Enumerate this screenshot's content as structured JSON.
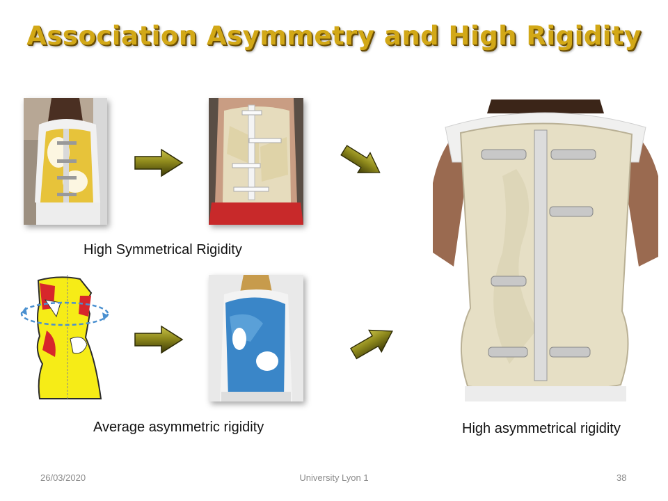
{
  "slide": {
    "title": "Association Asymmetry and High Rigidity",
    "captions": {
      "top_left": "High Symmetrical Rigidity",
      "bottom_left": "Average asymmetric rigidity",
      "right": "High asymmetrical rigidity"
    },
    "footer": {
      "date": "26/03/2020",
      "center": "University Lyon 1",
      "page_number": "38"
    }
  }
}
